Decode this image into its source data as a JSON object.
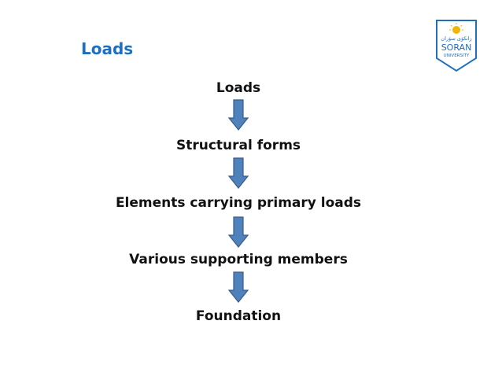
{
  "slide": {
    "title": "Loads"
  },
  "flow": {
    "steps": [
      "Loads",
      "Structural forms",
      "Elements carrying primary loads",
      "Various supporting members",
      "Foundation"
    ]
  },
  "logo": {
    "line1": "زانكۆی سۆران",
    "line2": "SORAN",
    "line3": "UNIVERSITY"
  },
  "colors": {
    "title": "#1f6fbf",
    "arrow_fill": "#4f81bd",
    "arrow_stroke": "#385d8a",
    "logo_blue": "#1f6fbf",
    "logo_sun": "#f2b705"
  },
  "icons": {
    "arrow": "down-arrow-icon",
    "logo": "university-logo-icon"
  }
}
